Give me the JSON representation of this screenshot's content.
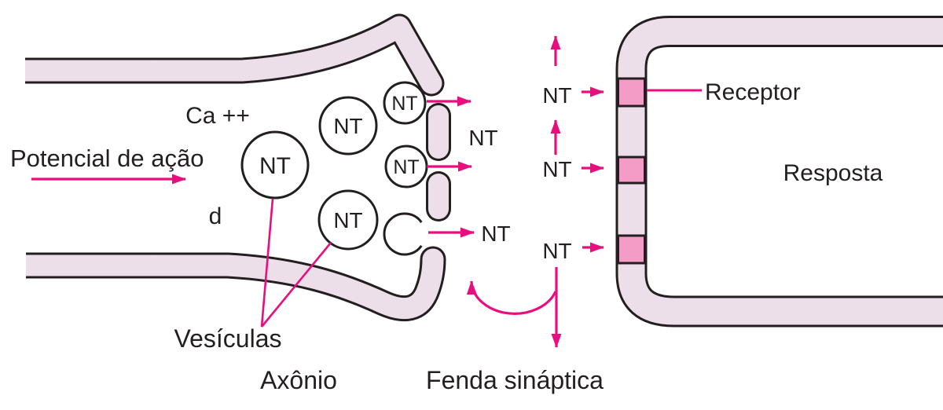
{
  "figure": {
    "type": "diagram",
    "subject": "chemical-synapse",
    "colors": {
      "membrane_fill": "#EDDFE9",
      "receptor_fill": "#F29CC6",
      "arrow_pink": "#E90E7E",
      "outline": "#231F20",
      "text": "#231F20",
      "background": "#FFFFFF"
    },
    "labels": {
      "action_potential": "Potencial de ação",
      "calcium": "Ca ++",
      "letter_d": "d",
      "vesicles": "Vesículas",
      "axon": "Axônio",
      "synaptic_cleft": "Fenda sináptica",
      "receptor": "Receptor",
      "response": "Resposta",
      "neurotransmitter": "NT"
    },
    "structures": {
      "vesicle_count": 6,
      "vesicles_with_nt": 5,
      "open_fusing_vesicles": 1,
      "receptor_count": 3,
      "release_arrows": 3,
      "cleft_nt_labels": 5
    }
  }
}
